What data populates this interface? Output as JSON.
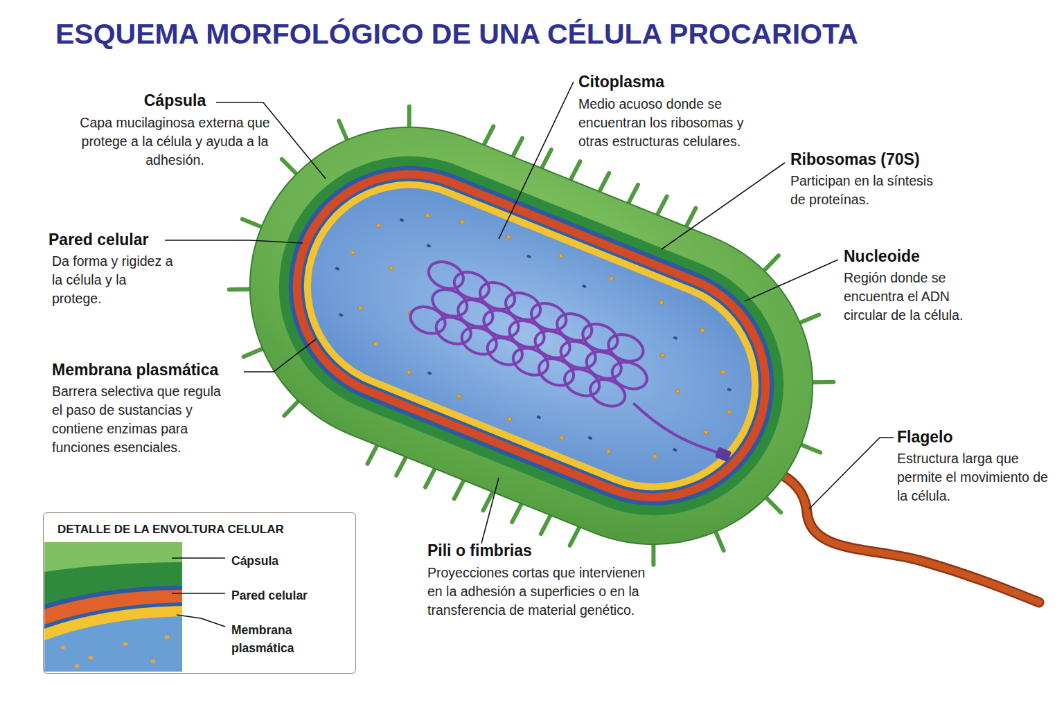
{
  "diagram": {
    "title": "ESQUEMA MORFOLÓGICO DE UNA CÉLULA PROCARIOTA",
    "nodes": [
      {
        "text": [
          "DETALLE DE LA ENVOLTURA CELULAR",
          "Cápsula",
          "Pared celular",
          "Membrana plasmática"
        ]
      }
    ],
    "labels": [
      "Cápsula",
      "Capa mucilaginosa externa que protege a la célula y ayuda a la adhesión.",
      "Pared celular",
      "Da forma y rigidez a la célula y la protege.",
      "Membrana plasmática",
      "Barrera selectiva que regula el paso de sustancias y contiene enzimas para funciones esenciales.",
      "Citoplasma",
      "Medio acuoso donde se encuentran los ribosomas y otras estructuras celulares.",
      "Ribosomas (70S)",
      "Participan en la síntesis de proteínas.",
      "Nucleoide",
      "Región donde se encuentra el ADN circular de la célula.",
      "Pili o fimbrias",
      "Proyecciones cortas que intervienen en la adhesión a superficies o en la transferencia de material genético.",
      "Flagelo",
      "Estructura larga que permite el movimiento de la célula."
    ]
  }
}
